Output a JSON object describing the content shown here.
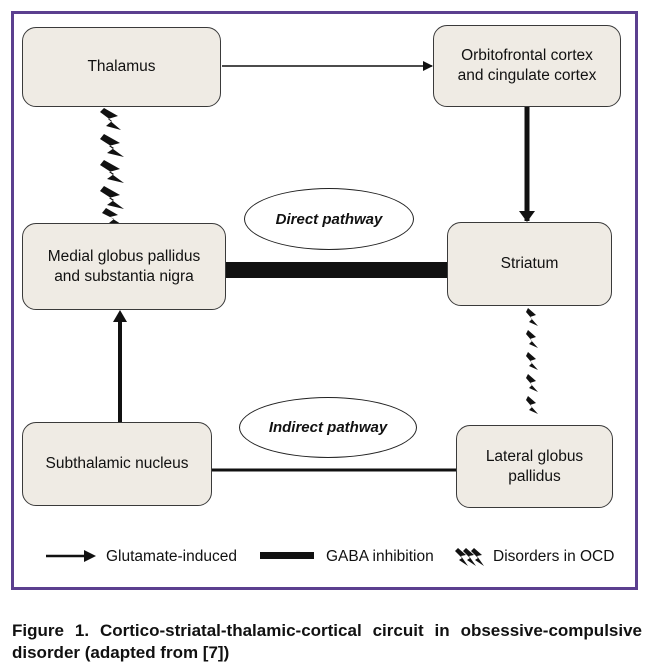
{
  "nodes": {
    "thalamus": "Thalamus",
    "ofc": "Orbitofrontal cortex\nand cingulate cortex",
    "mgp": "Medial globus pallidus\nand substantia nigra",
    "striatum": "Striatum",
    "stn": "Subthalamic nucleus",
    "lgp": "Lateral globus\npallidus"
  },
  "pathways": {
    "direct": "Direct pathway",
    "indirect": "Indirect pathway"
  },
  "legend": {
    "glutamate": "Glutamate-induced",
    "gaba": "GABA inhibition",
    "ocd": "Disorders in OCD"
  },
  "caption": "Figure 1. Cortico-striatal-thalamic-cortical circuit in obsessive-compulsive disorder (adapted from [7])",
  "colors": {
    "frame": "#5b3f8f",
    "box_fill": "#efebe4"
  }
}
